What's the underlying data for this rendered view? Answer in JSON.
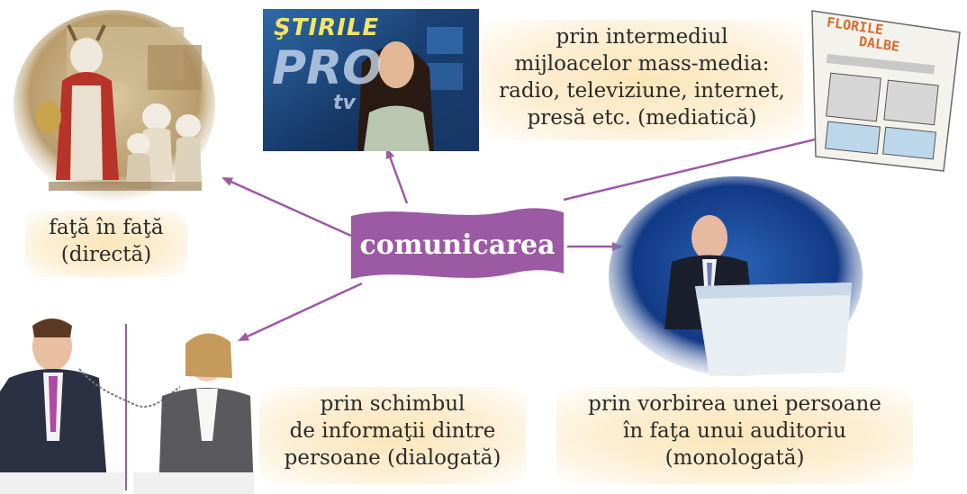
{
  "central": {
    "text": "comunicarea"
  },
  "labels": {
    "direct": {
      "lines": [
        "faţă în faţă",
        "(directă)"
      ]
    },
    "mediatic": {
      "lines": [
        "prin intermediul",
        "mijloacelor mass-media:",
        "radio, televiziune, internet,",
        "presă etc. (mediatică)"
      ]
    },
    "dialog": {
      "lines": [
        "prin schimbul",
        "de informaţii dintre",
        "persoane (dialogată)"
      ]
    },
    "monolog": {
      "lines": [
        "prin vorbirea unei persoane",
        "în faţa unui auditoriu",
        "(monologată)"
      ]
    }
  },
  "images": {
    "tv_logo_text": "ŞTIRILE",
    "tv_logo_brand": "PRO",
    "tv_logo_sub": "tv",
    "newspaper_title_1": "FLORILE",
    "newspaper_title_2": "DALBE"
  },
  "colors": {
    "accent_purple": "#9c59a4",
    "arrow": "#9c59a4",
    "label_bg": "#fbe6b9",
    "text": "#2b2b2b"
  }
}
